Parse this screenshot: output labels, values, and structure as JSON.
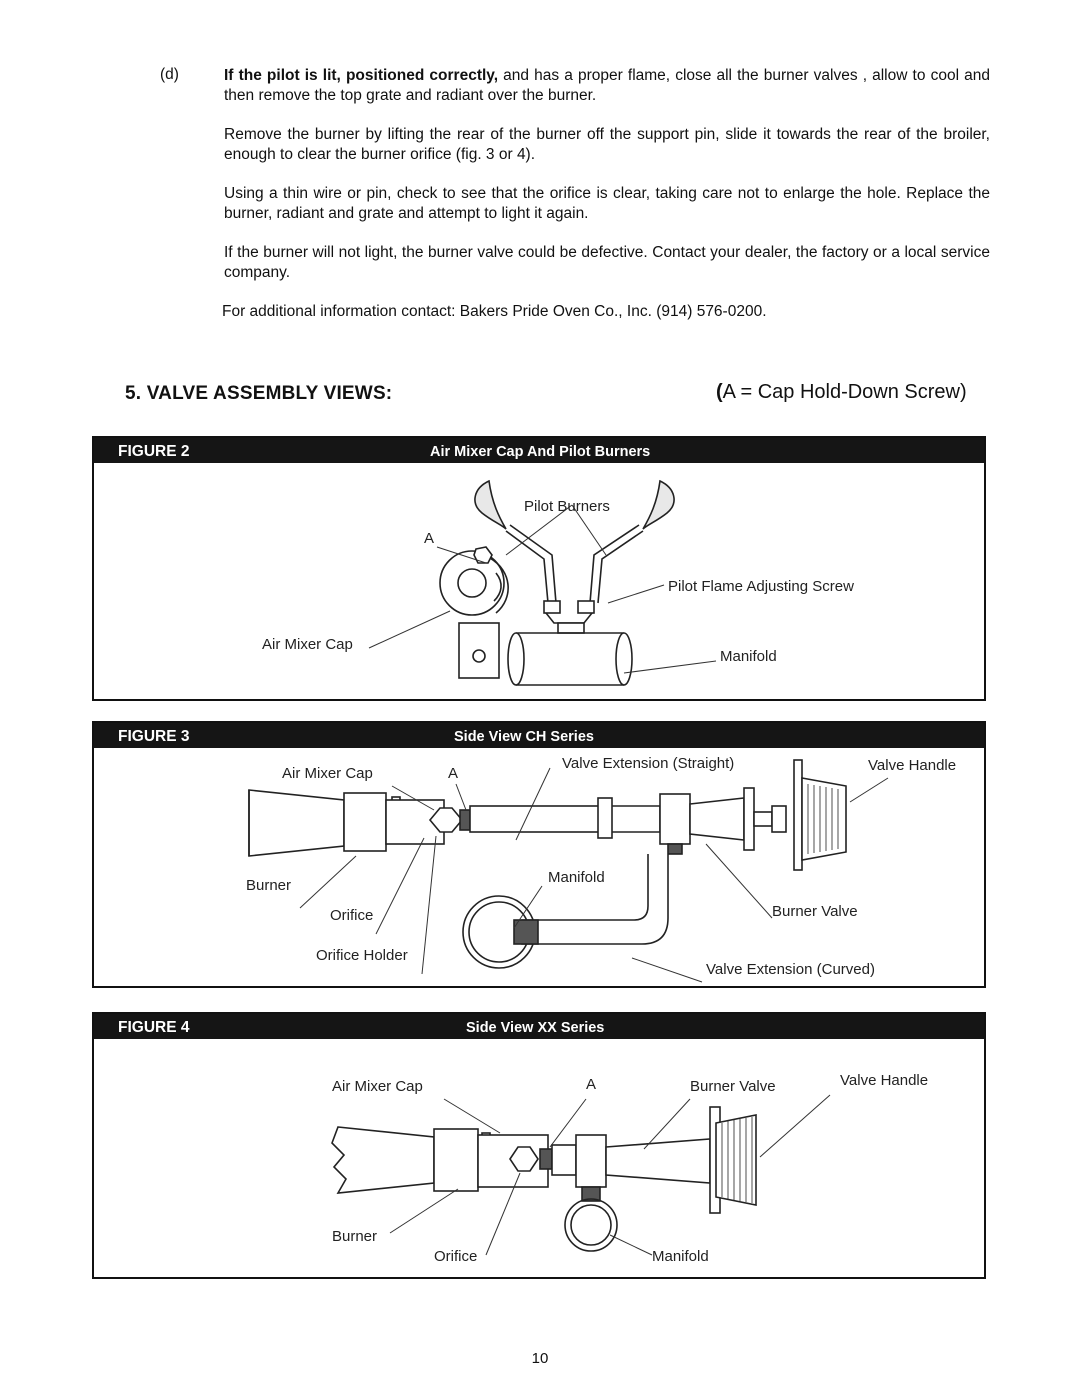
{
  "step": {
    "marker": "(d)",
    "lead": "If the pilot is lit, positioned correctly,",
    "text": " and has a proper flame, close all the burner valves , allow to cool and then remove the top grate and radiant over the burner."
  },
  "paragraphs": [
    "Remove the burner by lifting the rear of the burner off the support pin, slide it towards the rear of the broiler, enough to clear the burner orifice (fig. 3 or 4).",
    "Using a thin wire or pin, check to see that the orifice is clear, taking care not to enlarge the hole. Replace the burner, radiant and grate and attempt to light it again.",
    "If the burner will not light, the burner valve could be defective.  Contact your dealer, the factory or a local service company."
  ],
  "contact": "For additional information contact: Bakers Pride Oven Co., Inc. (914) 576-0200.",
  "section": {
    "title": "5. VALVE ASSEMBLY VIEWS:",
    "legend_paren": "(",
    "legend": "A = Cap Hold-Down Screw)"
  },
  "figures": [
    {
      "number": "FIGURE 2",
      "caption": "Air Mixer Cap And Pilot Burners",
      "labels": {
        "pilot_burners": "Pilot Burners",
        "a": "A",
        "pilot_flame_screw": "Pilot Flame Adjusting Screw",
        "air_mixer_cap": "Air Mixer Cap",
        "manifold": "Manifold"
      }
    },
    {
      "number": "FIGURE 3",
      "caption": "Side View CH Series",
      "labels": {
        "air_mixer_cap": "Air Mixer Cap",
        "a": "A",
        "valve_ext_straight": "Valve Extension (Straight)",
        "valve_handle": "Valve Handle",
        "burner": "Burner",
        "manifold": "Manifold",
        "orifice": "Orifice",
        "burner_valve": "Burner Valve",
        "orifice_holder": "Orifice Holder",
        "valve_ext_curved": "Valve Extension (Curved)"
      }
    },
    {
      "number": "FIGURE 4",
      "caption": "Side View XX Series",
      "labels": {
        "air_mixer_cap": "Air Mixer Cap",
        "a": "A",
        "burner_valve": "Burner Valve",
        "valve_handle": "Valve Handle",
        "burner": "Burner",
        "orifice": "Orifice",
        "manifold": "Manifold"
      }
    }
  ],
  "page_number": "10"
}
